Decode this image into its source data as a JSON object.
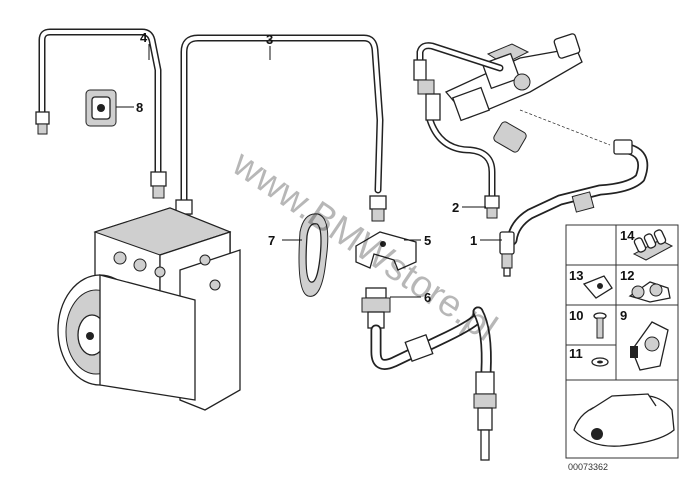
{
  "diagram": {
    "callouts": {
      "c1": "1",
      "c2": "2",
      "c3": "3",
      "c4": "4",
      "c5": "5",
      "c6": "6",
      "c7": "7",
      "c8": "8",
      "c9": "9",
      "c10": "10",
      "c11": "11",
      "c12": "12",
      "c13": "13",
      "c14": "14"
    },
    "watermark": "www.BMWstore.pl",
    "reference_number": "00073362"
  }
}
